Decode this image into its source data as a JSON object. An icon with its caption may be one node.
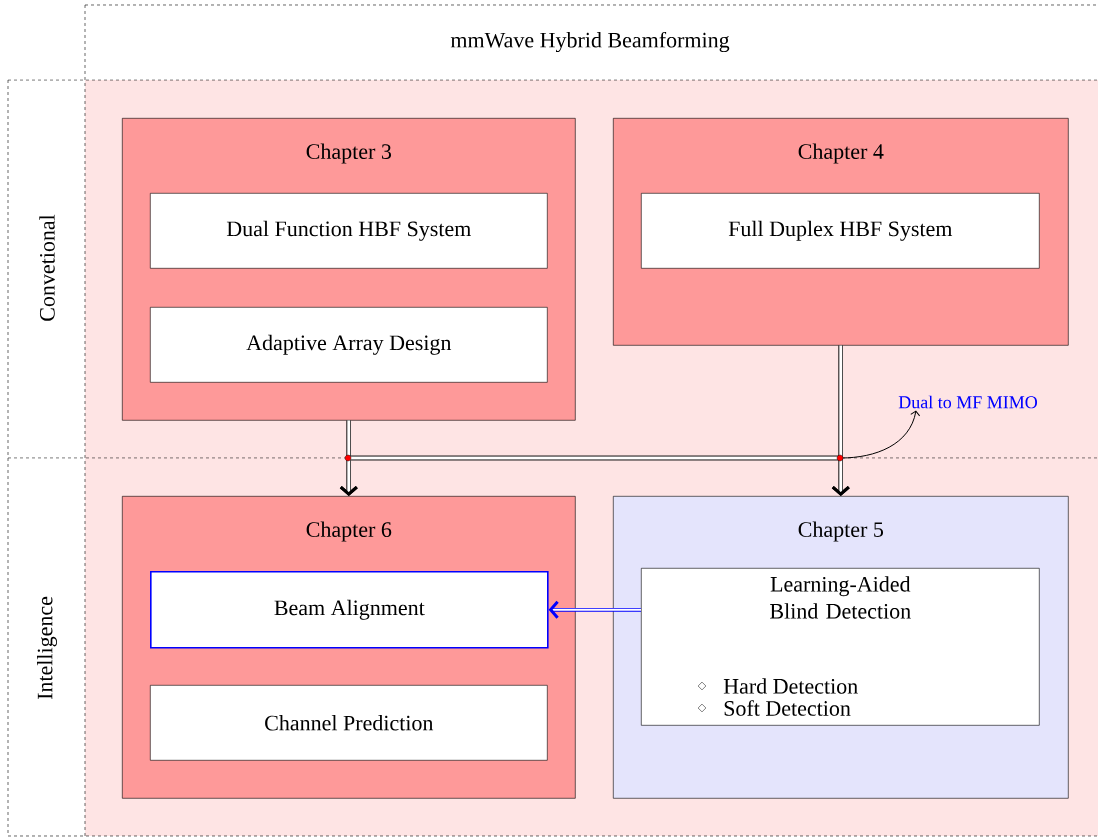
{
  "diagram": {
    "title": "mmWave Hybrid Beamforming",
    "nodes": [
      {
        "text": [
          "Chapter 3"
        ]
      },
      {
        "text": [
          "Dual Function HBF System"
        ],
        "in": 0
      },
      {
        "text": [
          "Adaptive Array Design"
        ],
        "in": 0
      },
      {
        "text": [
          "Chapter 4"
        ]
      },
      {
        "text": [
          "Full Duplex HBF System"
        ],
        "in": 3
      },
      {
        "text": [
          "Chapter 6"
        ]
      },
      {
        "text": [
          "Beam Alignment"
        ],
        "in": 5
      },
      {
        "text": [
          "Channel Prediction"
        ],
        "in": 5
      },
      {
        "text": [
          "Chapter 5"
        ]
      },
      {
        "text": [
          "Learning-Aided Blind Detection",
          "Hard Detection",
          "Soft Detection"
        ],
        "in": 8
      },
      {
        "text": [
          "Dual to MF MIMO"
        ]
      }
    ],
    "edges": [
      {
        "from": 0,
        "to": 5,
        "arrow": "to"
      },
      {
        "from": 0,
        "to": 8,
        "arrow": "to"
      },
      {
        "from": 3,
        "to": 5,
        "arrow": "to"
      },
      {
        "from": 3,
        "to": 8,
        "arrow": "to"
      },
      {
        "from": 3,
        "to": 10,
        "arrow": "to"
      },
      {
        "from": 9,
        "to": 6,
        "arrow": "to",
        "color": "#0000ff"
      }
    ],
    "labels": [
      "Convetional",
      "Intelligence"
    ]
  }
}
